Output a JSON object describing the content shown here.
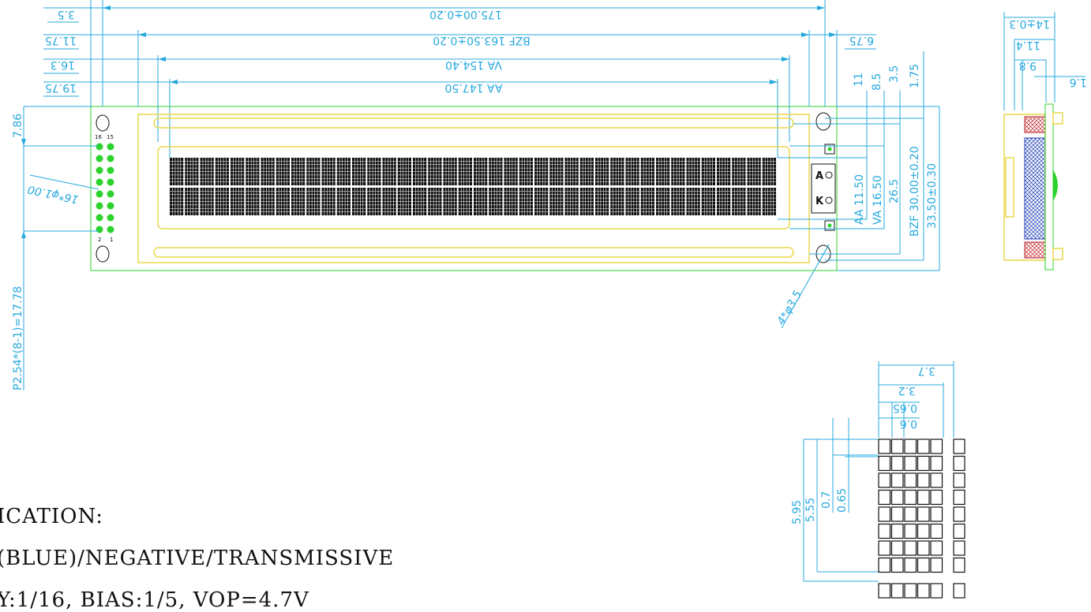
{
  "top_dimensions": {
    "d1_left": "3.5",
    "d1_main": "175.00±0.20",
    "d2_left": "11.75",
    "d2_main": "BZF 163.50±0.20",
    "d2_right": "6.75",
    "d3_left": "16.3",
    "d3_main": "VA 154.40",
    "d4_left": "19.75",
    "d4_main": "AA 147.50"
  },
  "right_dimensions": {
    "r11": "11",
    "r85": "8.5",
    "r35": "3.5",
    "r175": "1.75",
    "aa": "AA 11.50",
    "va": "VA 16.50",
    "r265": "26.5",
    "bzf": "BZF 30.00±0.20",
    "outer": "33.50±0.30"
  },
  "left_dimensions": {
    "top": "7.86",
    "hole": "16*φ1.00",
    "pitch": "P2.54*(8-1)=17.78"
  },
  "mount_hole": "4*φ3.5",
  "pin_labels": {
    "p16": "16",
    "p15": "15",
    "p2": "2",
    "p1": "1"
  },
  "backlight": {
    "anode": "A",
    "cathode": "K"
  },
  "side_view": {
    "total": "14±0.3",
    "d114": "11.4",
    "d98": "9.8",
    "d16": "1.6"
  },
  "char_detail": {
    "w37": "3.7",
    "w32": "3.2",
    "w065": "0.65",
    "w06": "0.6",
    "h595": "5.95",
    "h555": "5.55",
    "h07": "0.7",
    "h065": "0.65"
  },
  "lcd": {
    "rows": 2,
    "cols": 40
  },
  "specification": {
    "line1": "ICATION:",
    "line2": "(BLUE)/NEGATIVE/TRANSMISSIVE",
    "line3": "Y:1/16, BIAS:1/5, VOP=4.7V"
  }
}
